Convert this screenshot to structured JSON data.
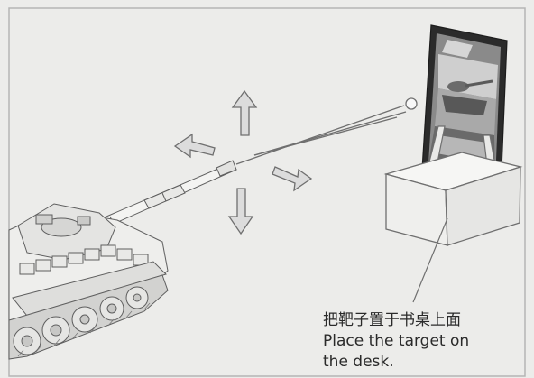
{
  "illustration": {
    "caption_zh": "把靶子置于书桌上面",
    "caption_en_line1": "Place the target on",
    "caption_en_line2": "the desk.",
    "arrow_icons": [
      "arrow-up-icon",
      "arrow-left-icon",
      "arrow-right-icon",
      "arrow-down-icon"
    ],
    "colors": {
      "background": "#ececea",
      "frame": "#b5b5b5",
      "line": "#6f6f6f",
      "arrow_fill": "#dcdcdc",
      "box_fill": "#f3f3f1",
      "photo_dark": "#2b2b2b"
    }
  }
}
